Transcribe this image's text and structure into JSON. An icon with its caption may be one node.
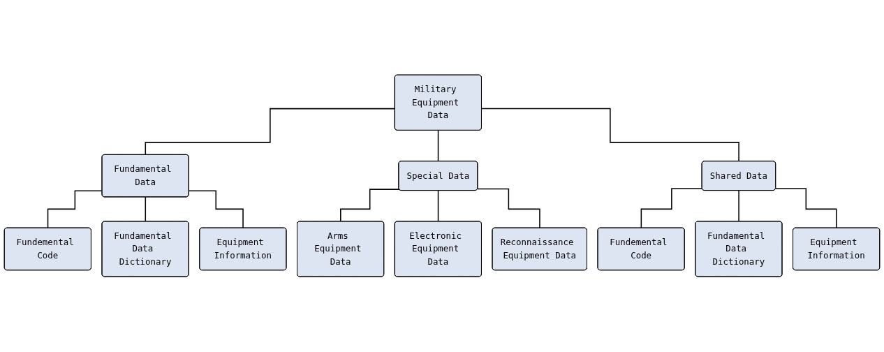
{
  "diagram": {
    "nodes": [
      {
        "text": [
          "Military Equipment Data"
        ]
      },
      {
        "text": [
          "Fundamental Data"
        ]
      },
      {
        "text": [
          "Special Data"
        ]
      },
      {
        "text": [
          "Shared Data"
        ]
      },
      {
        "text": [
          "Fundemental Code"
        ]
      },
      {
        "text": [
          "Fundamental Data Dictionary"
        ]
      },
      {
        "text": [
          "Equipment Information"
        ]
      },
      {
        "text": [
          "Arms Equipment Data"
        ]
      },
      {
        "text": [
          "Electronic Equipment Data"
        ]
      },
      {
        "text": [
          "Reconnaissance Equipment Data"
        ]
      },
      {
        "text": [
          "Fundemental Code"
        ]
      },
      {
        "text": [
          "Fundamental Data Dictionary"
        ]
      },
      {
        "text": [
          "Equipment Information"
        ]
      }
    ],
    "edges": [
      {
        "from": 0,
        "to": 1,
        "arrow": "none"
      },
      {
        "from": 0,
        "to": 2,
        "arrow": "none"
      },
      {
        "from": 0,
        "to": 3,
        "arrow": "none"
      },
      {
        "from": 1,
        "to": 4,
        "arrow": "none"
      },
      {
        "from": 1,
        "to": 5,
        "arrow": "none"
      },
      {
        "from": 1,
        "to": 6,
        "arrow": "none"
      },
      {
        "from": 2,
        "to": 7,
        "arrow": "none"
      },
      {
        "from": 2,
        "to": 8,
        "arrow": "none"
      },
      {
        "from": 2,
        "to": 9,
        "arrow": "none"
      },
      {
        "from": 3,
        "to": 10,
        "arrow": "none"
      },
      {
        "from": 3,
        "to": 11,
        "arrow": "none"
      },
      {
        "from": 3,
        "to": 12,
        "arrow": "none"
      }
    ]
  }
}
